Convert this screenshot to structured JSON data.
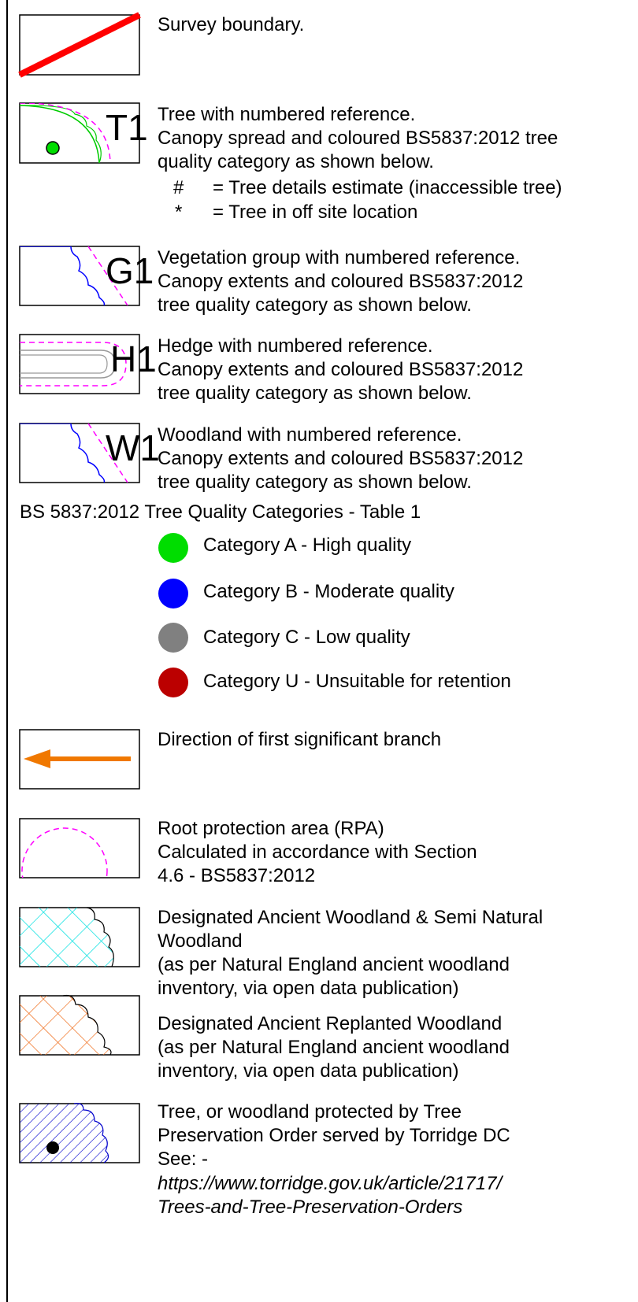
{
  "legend": {
    "survey_boundary": "Survey boundary.",
    "tree": {
      "ref": "T1",
      "lines": [
        "Tree with numbered reference.",
        "Canopy spread and coloured BS5837:2012 tree",
        "quality category as shown below."
      ],
      "notes": [
        {
          "mark": "#",
          "text": "= Tree details estimate (inaccessible tree)"
        },
        {
          "mark": "*",
          "text": "= Tree in off site location"
        }
      ]
    },
    "group": {
      "ref": "G1",
      "lines": [
        "Vegetation group with numbered reference.",
        "Canopy extents and coloured BS5837:2012",
        "tree quality category as shown below."
      ]
    },
    "hedge": {
      "ref": "H1",
      "lines": [
        "Hedge with numbered reference.",
        "Canopy extents and coloured BS5837:2012",
        "tree quality category as shown below."
      ]
    },
    "woodland": {
      "ref": "W1",
      "lines": [
        "Woodland with numbered reference.",
        "Canopy extents and coloured BS5837:2012",
        "tree quality category as shown below."
      ]
    },
    "categories_title": "BS 5837:2012 Tree Quality Categories - Table 1",
    "categories": [
      {
        "label": "Category A - High quality",
        "color": "#00dd00"
      },
      {
        "label": "Category B - Moderate quality",
        "color": "#0000ff"
      },
      {
        "label": "Category C - Low quality",
        "color": "#808080"
      },
      {
        "label": "Category U - Unsuitable for retention",
        "color": "#bb0000"
      }
    ],
    "branch": "Direction of first significant branch",
    "rpa": [
      "Root protection area (RPA)",
      "Calculated in accordance with Section",
      "4.6 - BS5837:2012"
    ],
    "ancient_semi_natural": [
      "Designated Ancient Woodland & Semi Natural",
      "Woodland",
      "(as per Natural England ancient woodland",
      "inventory, via open data publication)"
    ],
    "ancient_replanted": [
      "Designated Ancient Replanted Woodland",
      "(as per Natural England ancient woodland",
      "inventory, via open data publication)"
    ],
    "tpo": {
      "lines": [
        "Tree, or woodland protected by Tree",
        "Preservation Order served by Torridge DC",
        "See: -"
      ],
      "link_lines": [
        "https://www.torridge.gov.uk/article/21717/",
        "Trees-and-Tree-Preservation-Orders"
      ]
    }
  },
  "colors": {
    "boundary": "#ff0000",
    "rpa": "#ff00ff",
    "canopy_a": "#00cc00",
    "canopy_b": "#0000ff",
    "branch_arrow": "#f07800",
    "hatch_semi_natural": "#00e0e0",
    "hatch_replanted": "#f07020",
    "hatch_tpo": "#0000cc"
  },
  "icons": [
    "survey-boundary-symbol",
    "tree-symbol",
    "group-symbol",
    "hedge-symbol",
    "woodland-symbol",
    "branch-arrow-symbol",
    "rpa-symbol",
    "ancient-woodland-symbol",
    "replanted-woodland-symbol",
    "tpo-symbol"
  ]
}
